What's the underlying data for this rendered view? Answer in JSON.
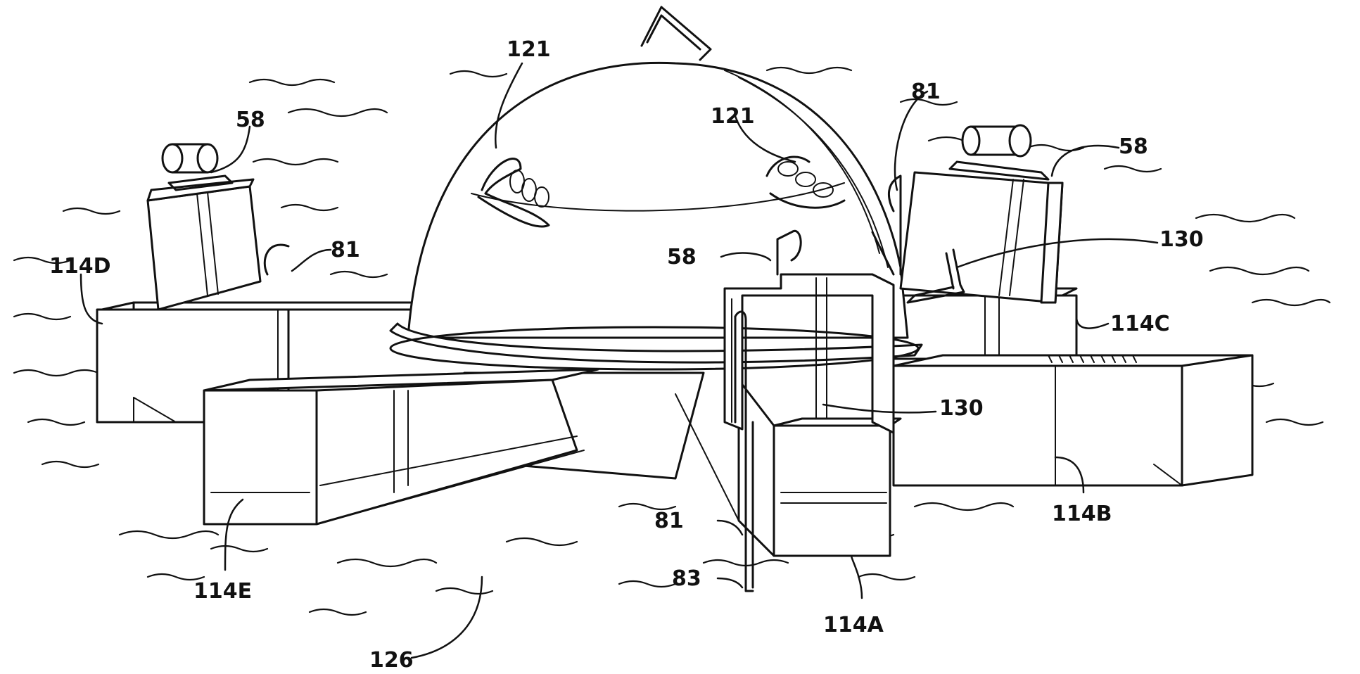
{
  "labels": {
    "dome_port_left": "121",
    "dome_port_right": "121",
    "camera_back_left": "58",
    "camera_back_right": "58",
    "camera_front": "58",
    "sensor_right_top": "81",
    "sensor_left": "81",
    "sensor_front": "81",
    "float_d": "114D",
    "float_c": "114C",
    "float_e": "114E",
    "float_b": "114B",
    "float_a": "114A",
    "bracket_upper": "130",
    "bracket_lower": "130",
    "probe_tip": "83",
    "water": "126"
  }
}
